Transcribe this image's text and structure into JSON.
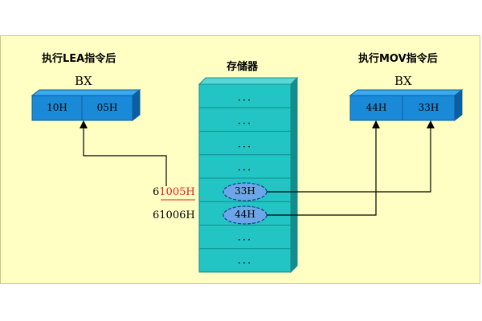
{
  "left": {
    "caption": "执行LEA指令后",
    "register_name": "BX",
    "high_byte": "10H",
    "low_byte": "05H"
  },
  "right": {
    "caption": "执行MOV指令后",
    "register_name": "BX",
    "high_byte": "44H",
    "low_byte": "33H"
  },
  "memory": {
    "title": "存储器",
    "cells": [
      "···",
      "···",
      "···",
      "···",
      "33H",
      "44H",
      "···",
      "···"
    ],
    "addresses": {
      "first": {
        "prefix": "6",
        "highlight": "1005H"
      },
      "second": "61006H"
    }
  },
  "colors": {
    "panel_bg": "#ffffc4",
    "register_face": "#1a8ad8",
    "register_top": "#3aa9ee",
    "register_side": "#0b5f9f",
    "memory_face": "#22c4c4",
    "memory_side": "#138c8c",
    "oval_fill": "#6aa6e8",
    "address_highlight": "#e02020"
  }
}
